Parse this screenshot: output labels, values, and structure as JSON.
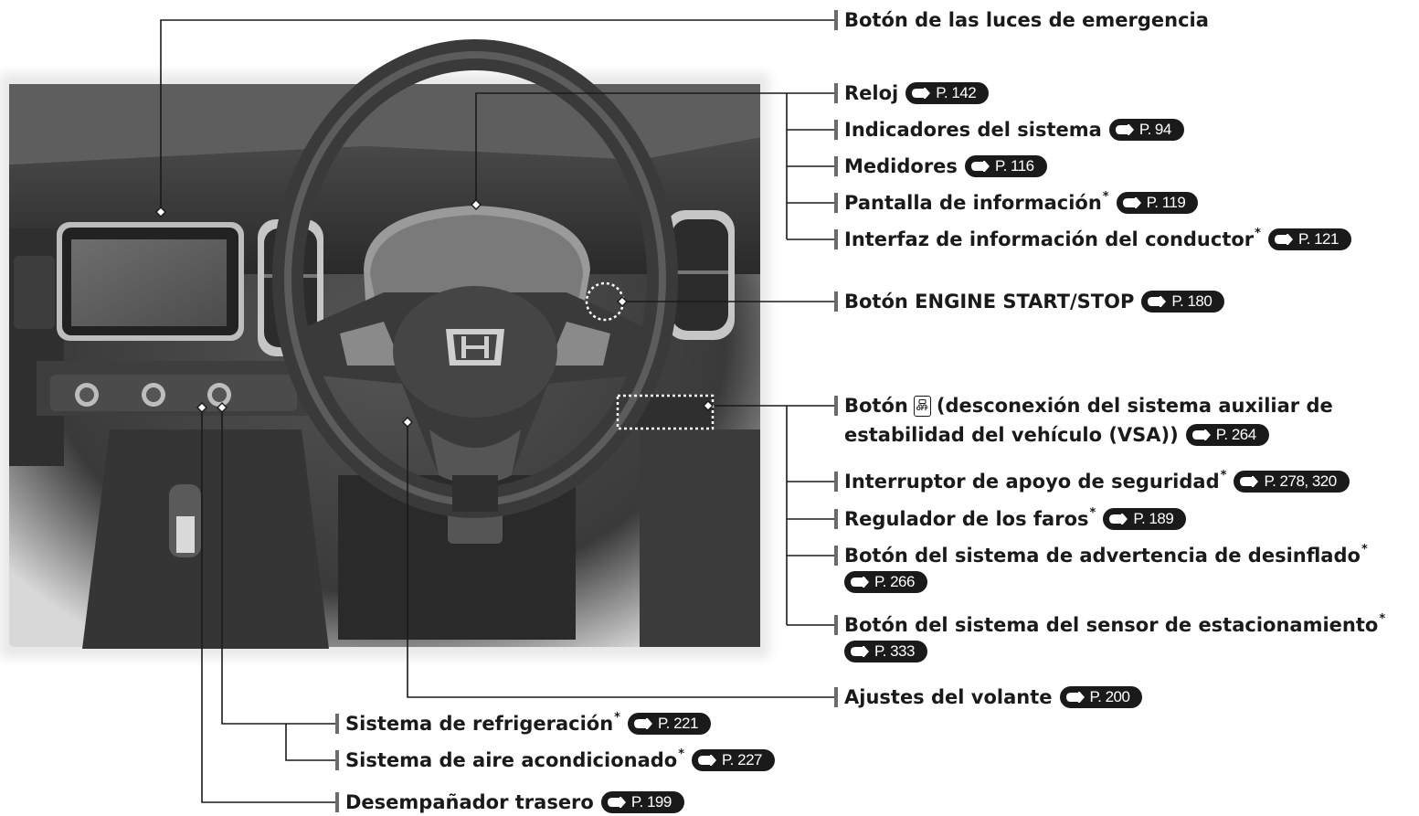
{
  "colors": {
    "label_text": "#1a1a1a",
    "badge_bg": "#1a1a1a",
    "badge_text": "#ffffff",
    "leader": "#1a1a1a",
    "marker": "#ffffff"
  },
  "labels": {
    "hazard": {
      "text": "Botón de las luces de emergencia"
    },
    "clock": {
      "text": "Reloj",
      "page": "P. 142"
    },
    "indicators": {
      "text": "Indicadores del sistema",
      "page": "P. 94"
    },
    "gauges": {
      "text": "Medidores",
      "page": "P. 116"
    },
    "info_display": {
      "text": "Pantalla de información",
      "asterisk": "*",
      "page": "P. 119"
    },
    "driver_interface": {
      "text": "Interfaz de información del conductor",
      "asterisk": "*",
      "page": "P. 121"
    },
    "engine_start": {
      "text": "Botón ENGINE START/STOP",
      "page": "P. 180"
    },
    "vsa": {
      "prefix": "Botón",
      "icon_text": "OFF",
      "line1": "(desconexión del sistema auxiliar de",
      "line2": "estabilidad del vehículo (VSA))",
      "page": "P. 264"
    },
    "safety_support": {
      "text": "Interruptor de apoyo de seguridad",
      "asterisk": "*",
      "page": "P. 278, 320"
    },
    "headlight_leveler": {
      "text": "Regulador de los faros",
      "asterisk": "*",
      "page": "P. 189"
    },
    "deflation_warning": {
      "text": "Botón del sistema de advertencia de desinflado",
      "asterisk": "*",
      "page": "P. 266"
    },
    "parking_sensor": {
      "text": "Botón del sistema del sensor de estacionamiento",
      "asterisk": "*",
      "page": "P. 333"
    },
    "steering_adjust": {
      "text": "Ajustes del volante",
      "page": "P. 200"
    },
    "cooling": {
      "text": "Sistema de refrigeración",
      "asterisk": "*",
      "page": "P. 221"
    },
    "air_conditioning": {
      "text": "Sistema de aire acondicionado",
      "asterisk": "*",
      "page": "P. 227"
    },
    "rear_defogger": {
      "text": "Desempañador trasero",
      "page": "P. 199"
    }
  }
}
